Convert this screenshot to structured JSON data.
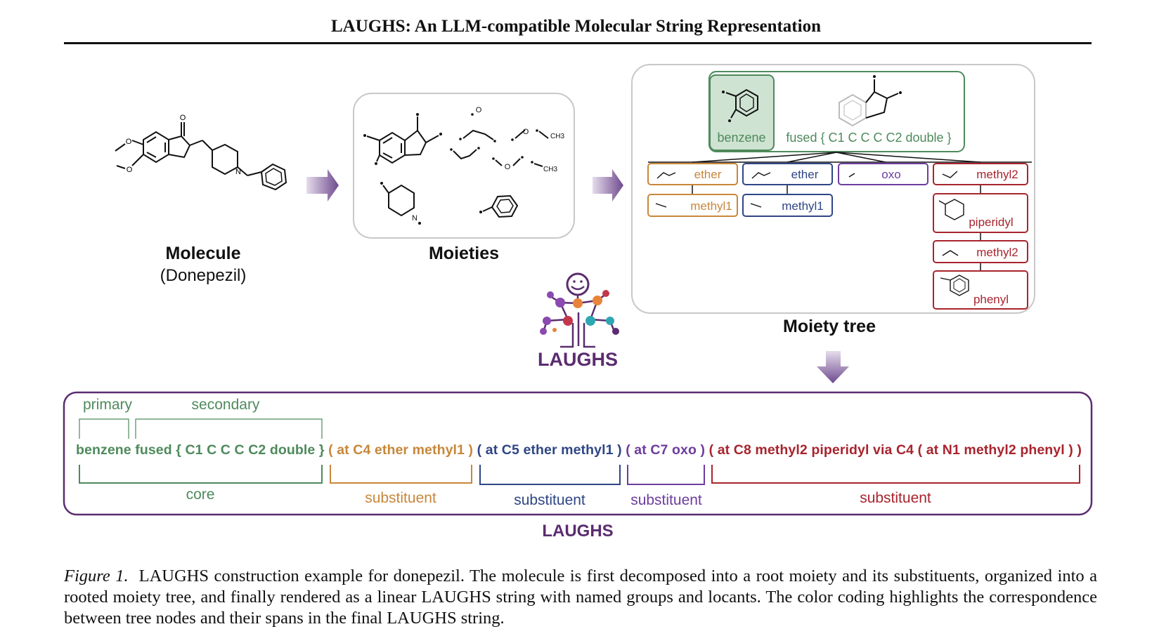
{
  "header": {
    "title": "LAUGHS: An LLM-compatible Molecular String Representation"
  },
  "panels": {
    "molecule": {
      "title": "Molecule",
      "subtitle": "(Donepezil)"
    },
    "moieties": {
      "title": "Moieties"
    },
    "tree": {
      "title": "Moiety tree"
    }
  },
  "atoms": {
    "oxygen": "O",
    "nitrogen": "N",
    "methyl": "CH3"
  },
  "tree_nodes": {
    "root_benzene": "benzene",
    "root_fused": "fused { C1 C C C C2 double }",
    "ether_a": "ether",
    "methyl1_a": "methyl1",
    "ether_b": "ether",
    "methyl1_b": "methyl1",
    "oxo": "oxo",
    "methyl2_a": "methyl2",
    "piperidyl": "piperidyl",
    "methyl2_b": "methyl2",
    "phenyl": "phenyl"
  },
  "logo": {
    "text": "LAUGHS"
  },
  "string_panel": {
    "primary_label": "primary",
    "secondary_label": "secondary",
    "segments": [
      {
        "text": "benzene fused { C1 C C C C2 double }",
        "color": "#4e8a5c"
      },
      {
        "text": " ( at C4 ether methyl1 )",
        "color": "#c8873a"
      },
      {
        "text": " ( at C5 ether methyl1 )",
        "color": "#2f4686"
      },
      {
        "text": " ( at C7 oxo )",
        "color": "#6d3d9e"
      },
      {
        "text": " ( at C8 methyl2 piperidyl via C4 ( at N1 methyl2 phenyl ) )",
        "color": "#a8242e"
      }
    ],
    "brace_labels": {
      "core": "core",
      "substituent_1": "substituent",
      "substituent_2": "substituent",
      "substituent_3": "substituent",
      "substituent_4": "substituent"
    },
    "bottom_label": "LAUGHS"
  },
  "colors": {
    "green": "#4e8a5c",
    "orange": "#c8873a",
    "navy": "#2f4686",
    "purple": "#6d3d9e",
    "red": "#a8242e",
    "panel_border": "#5b2c6f"
  },
  "caption": {
    "label": "Figure 1.",
    "text": "LAUGHS construction example for donepezil. The molecule is first decomposed into a root moiety and its substituents, organized into a rooted moiety tree, and finally rendered as a linear LAUGHS string with named groups and locants. The color coding highlights the correspondence between tree nodes and their spans in the final LAUGHS string."
  }
}
